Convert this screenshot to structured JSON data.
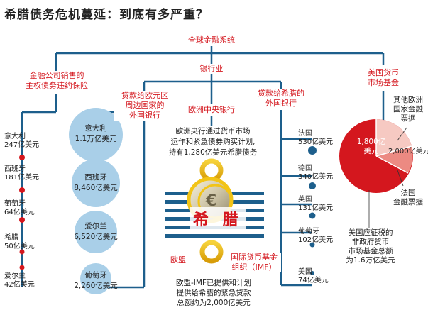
{
  "title": "希腊债务危机蔓延：到底有多严重？",
  "hubs": {
    "global": "全球金融系统",
    "banking": "银行业"
  },
  "branches": {
    "insurance": [
      "金融公司销售的",
      "主权债务违约保险"
    ],
    "eurozone_loans": [
      "贷款给欧元区",
      "周边国家的",
      "外国银行"
    ],
    "ecb": "欧洲中央银行",
    "greece_loans": [
      "贷款给希腊的",
      "外国银行"
    ],
    "us_mmf": [
      "美国货币",
      "市场基金"
    ]
  },
  "cds": [
    {
      "country": "意大利",
      "amount": "247亿美元"
    },
    {
      "country": "西班牙",
      "amount": "181亿美元"
    },
    {
      "country": "葡萄牙",
      "amount": "64亿美元"
    },
    {
      "country": "希腊",
      "amount": "50亿美元"
    },
    {
      "country": "爱尔兰",
      "amount": "42亿美元"
    }
  ],
  "periphery_loans": [
    {
      "country": "意大利",
      "amount": "1.1万亿美元"
    },
    {
      "country": "西班牙",
      "amount": "8,460亿美元"
    },
    {
      "country": "爱尔兰",
      "amount": "6,520亿美元"
    },
    {
      "country": "葡萄牙",
      "amount": "2,260亿美元"
    }
  ],
  "ecb_text": [
    "欧洲央行通过货币市场",
    "运作和紧急债券购买计划,",
    "持有1,280亿美元希腊债务"
  ],
  "greece_label": "希 腊",
  "eu_label": "欧盟",
  "imf_label": [
    "国际货币基金",
    "组织（IMF）"
  ],
  "bailout_text": [
    "欧盟-IMF已提供和计划",
    "提供给希腊的紧急贷款",
    "总额约为2,000亿美元"
  ],
  "greece_creditors": [
    {
      "country": "法国",
      "amount": "530亿美元"
    },
    {
      "country": "德国",
      "amount": "340亿美元"
    },
    {
      "country": "英国",
      "amount": "131亿美元"
    },
    {
      "country": "葡萄牙",
      "amount": "102亿美元"
    },
    {
      "country": "美国",
      "amount": "74亿美元"
    }
  ],
  "mmf_notes": {
    "other": [
      "其他欧洲",
      "国家金融",
      "票据"
    ],
    "slice_a": [
      "1,800亿",
      "美元"
    ],
    "slice_b": "2,000亿美元",
    "france": [
      "法国",
      "金融票据"
    ],
    "total": [
      "美国应征税的",
      "非政府货币",
      "市场基金总额",
      "为1.6万亿美元"
    ]
  },
  "colors": {
    "red": "#d4171e",
    "line": "#1d5f8c",
    "bubble": "#a9cfe8",
    "dot_navy": "#1d5f8c",
    "yellow": "#f2c417",
    "pie_light": "#ec8a82",
    "pie_mid": "#f6c9c2"
  }
}
